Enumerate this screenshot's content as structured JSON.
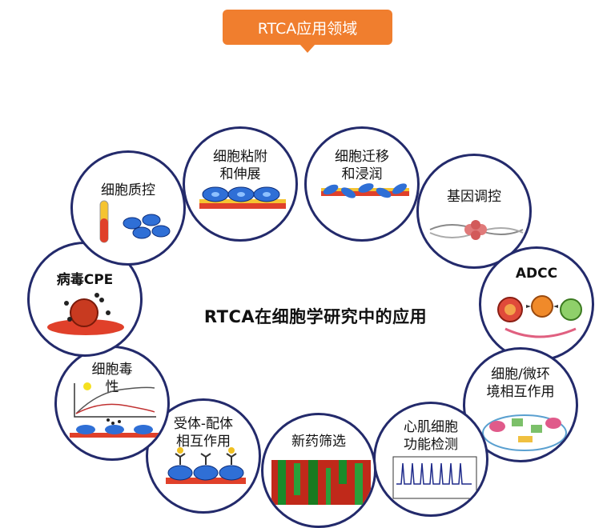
{
  "banner": {
    "title": "RTCA应用领域"
  },
  "center": {
    "title": "RTCA在细胞学研究中的应用"
  },
  "nodes": [
    {
      "label": "细胞粘附\n和伸展"
    },
    {
      "label": "细胞迁移\n和浸润"
    },
    {
      "label": "基因调控"
    },
    {
      "label": "ADCC"
    },
    {
      "label": "细胞/微环\n境相互作用"
    },
    {
      "label": "心肌细胞\n功能检测"
    },
    {
      "label": "新药筛选"
    },
    {
      "label": "受体-配体\n相互作用"
    },
    {
      "label": "细胞毒\n性"
    },
    {
      "label": "病毒CPE"
    },
    {
      "label": "细胞质控"
    }
  ]
}
